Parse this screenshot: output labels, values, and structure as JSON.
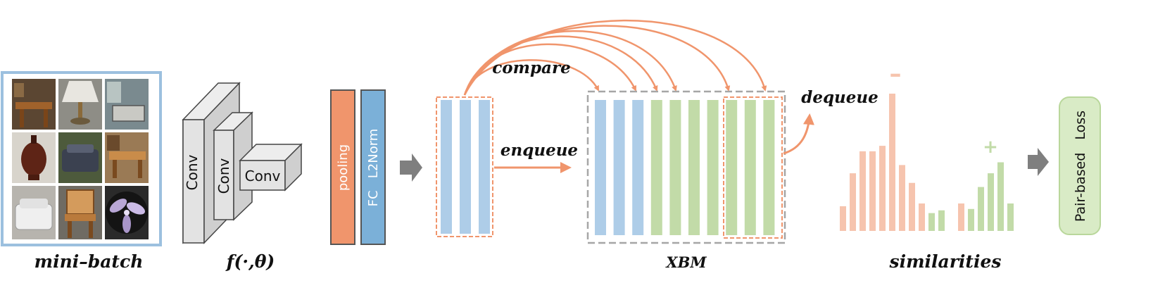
{
  "labels": {
    "mini_batch": "mini–batch",
    "feature_fn": "f(·,θ)",
    "xbm": "XBM",
    "similarities": "similarities",
    "compare": "compare",
    "enqueue": "enqueue",
    "dequeue": "dequeue"
  },
  "conv_blocks": [
    "Conv",
    "Conv",
    "Conv"
  ],
  "ops": {
    "pooling": "pooling",
    "fc_l2norm": "FC   L2Norm"
  },
  "loss": "Pair-based   Loss",
  "sign_minus": "–",
  "sign_plus": "+",
  "colors": {
    "orange": "#f0956c",
    "orange_light": "#f6c4ae",
    "blue": "#aecde8",
    "blue_dark": "#7bb0d8",
    "green": "#c2dba8",
    "green_loss": "#d9ebc6",
    "grey_arrow": "#7f7f7f",
    "frame": "#9cc0df"
  },
  "memory_columns": [
    "blue",
    "blue",
    "blue",
    "green",
    "green",
    "green",
    "green",
    "green",
    "green",
    "green"
  ],
  "batch_columns": 3,
  "chart_data": {
    "type": "bar",
    "title": "",
    "xlabel": "",
    "ylabel": "",
    "series": [
      {
        "color": "orange_light",
        "values": [
          0.18,
          0.42,
          0.58,
          0.58,
          0.62,
          1.0,
          0.48,
          0.35,
          0.2,
          0,
          0,
          0,
          0.2,
          0,
          0,
          0,
          0,
          0
        ]
      },
      {
        "color": "green",
        "values": [
          0,
          0,
          0,
          0,
          0,
          0,
          0,
          0,
          0,
          0.13,
          0.15,
          0,
          0,
          0.16,
          0.32,
          0.42,
          0.5,
          0.2
        ]
      }
    ],
    "ylim": [
      0,
      1
    ]
  }
}
